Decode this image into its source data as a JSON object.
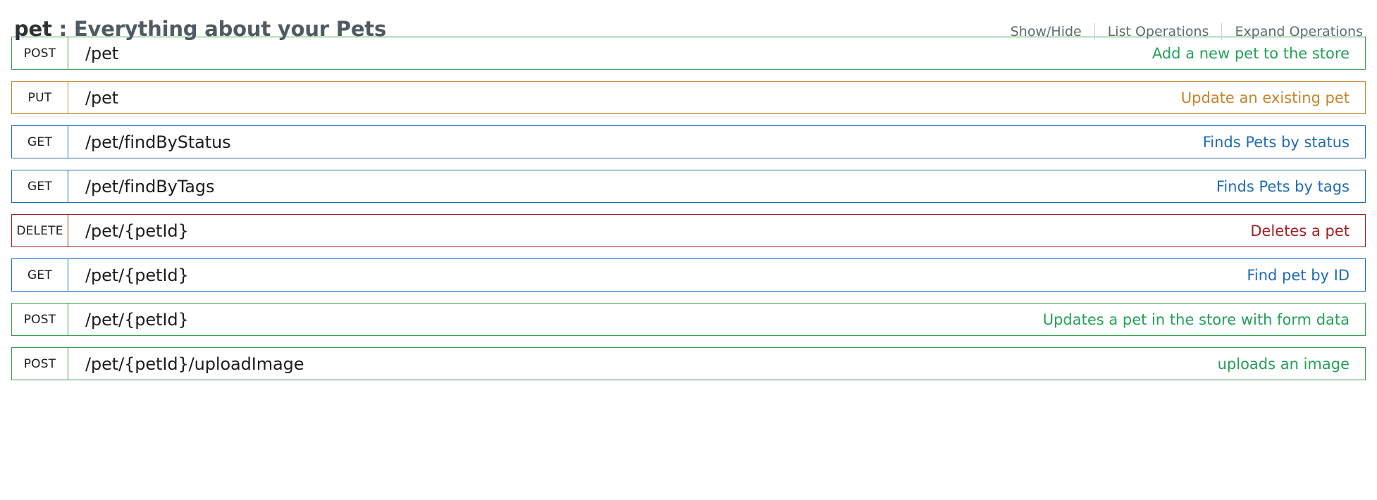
{
  "resource": {
    "tag_name": "pet",
    "tag_separator": " : ",
    "tag_description": "Everything about your Pets",
    "options": {
      "show_hide": "Show/Hide",
      "list_operations": "List Operations",
      "expand_operations": "Expand Operations"
    }
  },
  "colors": {
    "post": "#3a9c4e",
    "post_text": "#25a05a",
    "put": "#c5862b",
    "get": "#1e6bb8",
    "delete": "#a41e22",
    "row_border_default": "#cccccc",
    "path_text": "#1d1d1d",
    "title_text": "#2e3236",
    "options_text": "#5f6b73"
  },
  "operations": [
    {
      "method": "POST",
      "path": "/pet",
      "summary": "Add a new pet to the store",
      "variant": "m-post"
    },
    {
      "method": "PUT",
      "path": "/pet",
      "summary": "Update an existing pet",
      "variant": "m-put"
    },
    {
      "method": "GET",
      "path": "/pet/findByStatus",
      "summary": "Finds Pets by status",
      "variant": "m-get"
    },
    {
      "method": "GET",
      "path": "/pet/findByTags",
      "summary": "Finds Pets by tags",
      "variant": "m-get"
    },
    {
      "method": "DELETE",
      "path": "/pet/{petId}",
      "summary": "Deletes a pet",
      "variant": "m-delete"
    },
    {
      "method": "GET",
      "path": "/pet/{petId}",
      "summary": "Find pet by ID",
      "variant": "m-get"
    },
    {
      "method": "POST",
      "path": "/pet/{petId}",
      "summary": "Updates a pet in the store with form data",
      "variant": "m-post"
    },
    {
      "method": "POST",
      "path": "/pet/{petId}/uploadImage",
      "summary": "uploads an image",
      "variant": "m-post"
    }
  ]
}
